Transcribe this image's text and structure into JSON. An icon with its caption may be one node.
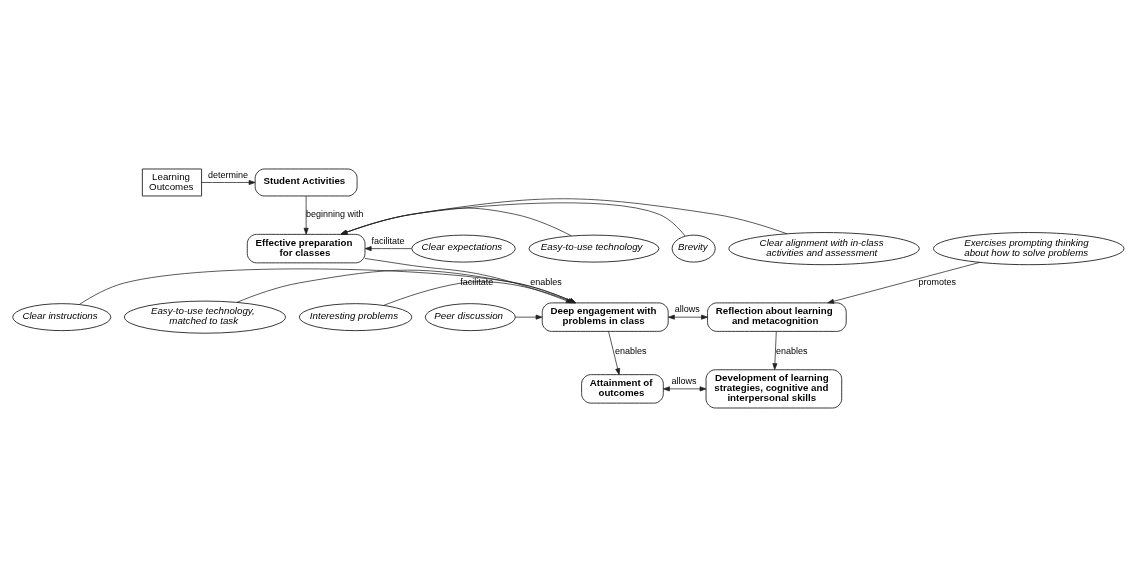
{
  "diagram": {
    "nodes": [
      {
        "text": [
          "Learning Outcomes"
        ]
      },
      {
        "text": [
          "Student Activities"
        ]
      },
      {
        "text": [
          "Clear expectations"
        ]
      },
      {
        "text": [
          "Easy-to-use technology"
        ]
      },
      {
        "text": [
          "Brevity"
        ]
      },
      {
        "text": [
          "Clear alignment with in-class activities and assessment"
        ]
      },
      {
        "text": [
          "Effective preparation for classes"
        ]
      },
      {
        "text": [
          "Exercises prompting thinking about how to solve problems"
        ]
      },
      {
        "text": [
          "Interesting problems"
        ]
      },
      {
        "text": [
          "Peer discussion"
        ]
      },
      {
        "text": [
          "Clear instructions"
        ]
      },
      {
        "text": [
          "Easy-to-use technology, matched to task"
        ]
      },
      {
        "text": [
          "Deep engagement with problems in class"
        ]
      },
      {
        "text": [
          "Reflection about learning and metacognition"
        ]
      },
      {
        "text": [
          "Attainment of outcomes"
        ]
      },
      {
        "text": [
          "Development of learning strategies, cognitive and interpersonal skills"
        ]
      }
    ],
    "edges": [
      {
        "from": 0,
        "to": 1,
        "arrow": "to",
        "label": "determine"
      },
      {
        "from": 1,
        "to": 6,
        "arrow": "to",
        "label": "beginning with"
      },
      {
        "from": 2,
        "to": 6,
        "arrow": "to",
        "label": "facilitate"
      },
      {
        "from": 3,
        "to": 6,
        "arrow": "to"
      },
      {
        "from": 4,
        "to": 6,
        "arrow": "to"
      },
      {
        "from": 5,
        "to": 6,
        "arrow": "to"
      },
      {
        "from": 6,
        "to": 12,
        "arrow": "to",
        "label": "enables"
      },
      {
        "from": 7,
        "to": 13,
        "arrow": "to",
        "label": "promotes"
      },
      {
        "from": 8,
        "to": 12,
        "arrow": "to",
        "label": "facilitate"
      },
      {
        "from": 9,
        "to": 12,
        "arrow": "to"
      },
      {
        "from": 10,
        "to": 12,
        "arrow": "to"
      },
      {
        "from": 11,
        "to": 12,
        "arrow": "to"
      },
      {
        "from": 12,
        "to": 13,
        "arrow": "both",
        "label": "allows"
      },
      {
        "from": 12,
        "to": 14,
        "arrow": "to",
        "label": "enables"
      },
      {
        "from": 13,
        "to": 15,
        "arrow": "to",
        "label": "enables"
      },
      {
        "from": 14,
        "to": 15,
        "arrow": "both",
        "label": "allows"
      }
    ]
  }
}
